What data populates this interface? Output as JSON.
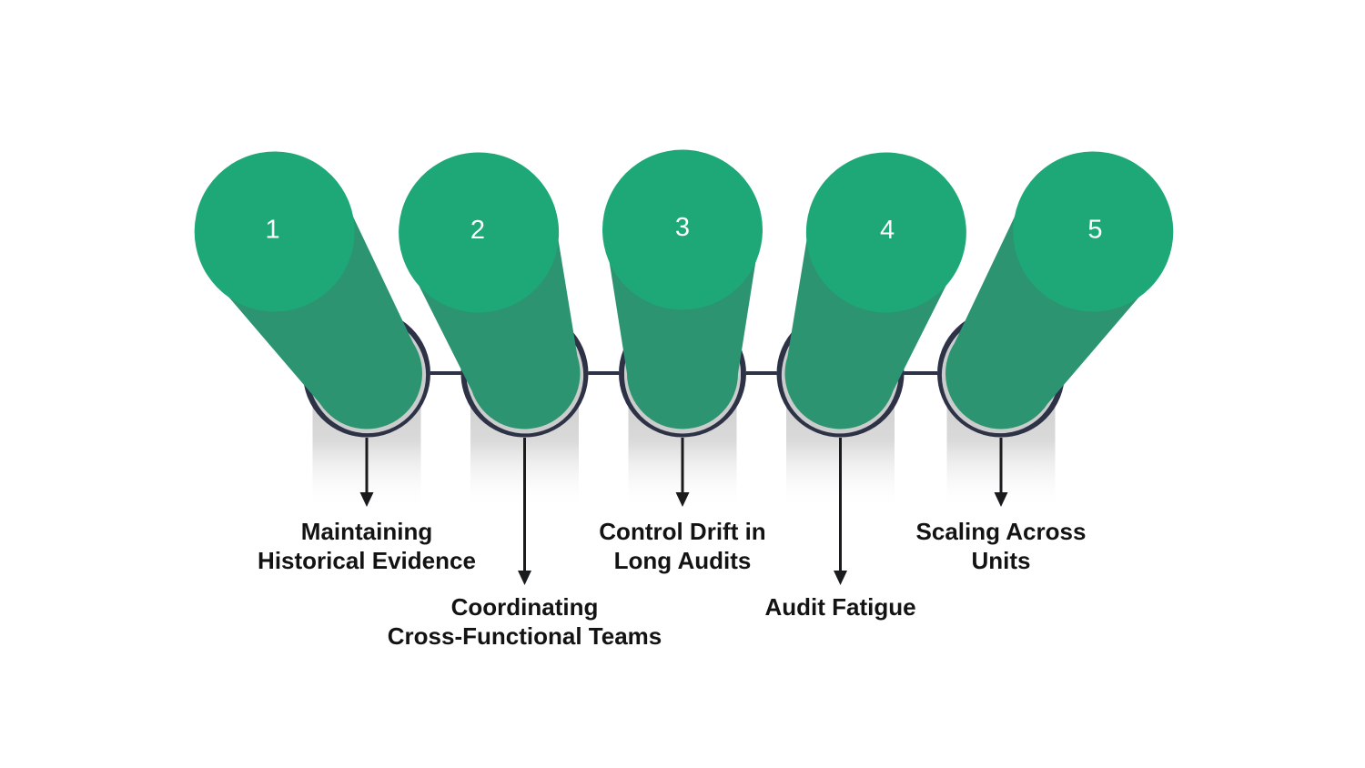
{
  "diagram": {
    "type": "numbered-pin-fan",
    "background": "#ffffff",
    "palette": {
      "pin_face_green": "#1ea878",
      "pin_body_green": "#2c9471",
      "ring_navy": "#2d3247",
      "connector_navy": "#2d3247",
      "cap_shadow_gray": "#cbcdcc",
      "column_gray_top": "#c9c9c9",
      "arrow_black": "#1a1b1d",
      "label_color": "#131313",
      "number_color": "#ffffff"
    },
    "items": [
      {
        "number": "1",
        "label_lines": [
          "Maintaining",
          "Historical Evidence"
        ],
        "arrow_length": "short"
      },
      {
        "number": "2",
        "label_lines": [
          "Coordinating",
          "Cross-Functional Teams"
        ],
        "arrow_length": "long"
      },
      {
        "number": "3",
        "label_lines": [
          "Control Drift in",
          "Long Audits"
        ],
        "arrow_length": "short"
      },
      {
        "number": "4",
        "label_lines": [
          "Audit Fatigue"
        ],
        "arrow_length": "long"
      },
      {
        "number": "5",
        "label_lines": [
          "Scaling Across",
          "Units"
        ],
        "arrow_length": "short"
      }
    ]
  }
}
